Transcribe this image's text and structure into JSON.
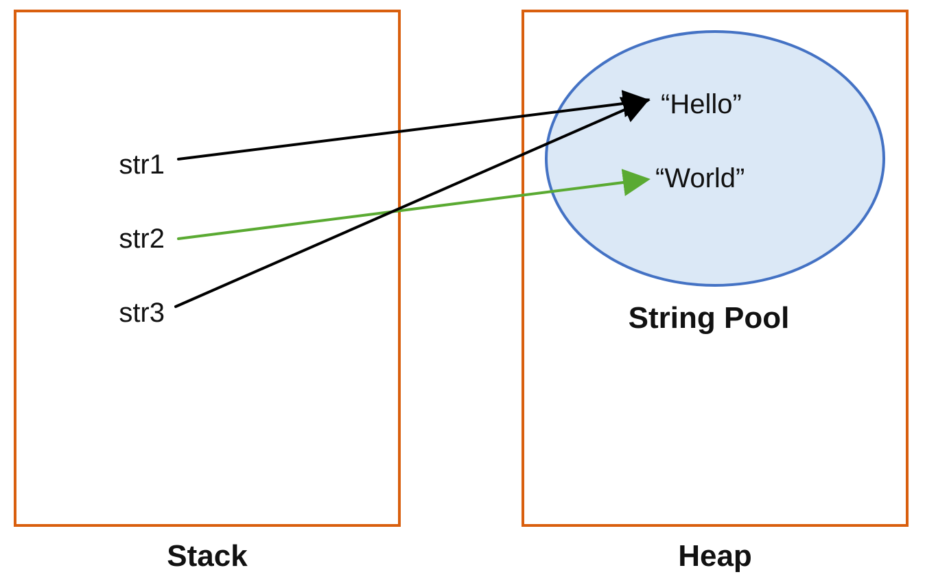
{
  "stack": {
    "title": "Stack",
    "variables": [
      "str1",
      "str2",
      "str3"
    ]
  },
  "heap": {
    "title": "Heap",
    "pool": {
      "title": "String Pool",
      "values": [
        "“Hello”",
        "“World”"
      ]
    }
  },
  "references": [
    {
      "from": "str1",
      "to": "“Hello”",
      "color": "#000000"
    },
    {
      "from": "str2",
      "to": "“World”",
      "color": "#5aaa32"
    },
    {
      "from": "str3",
      "to": "“Hello”",
      "color": "#000000"
    }
  ],
  "colors": {
    "region_border": "#d95f0e",
    "pool_border": "#4472c4",
    "pool_fill": "#dbe8f6",
    "reference_default": "#000000",
    "reference_highlight": "#5aaa32"
  }
}
